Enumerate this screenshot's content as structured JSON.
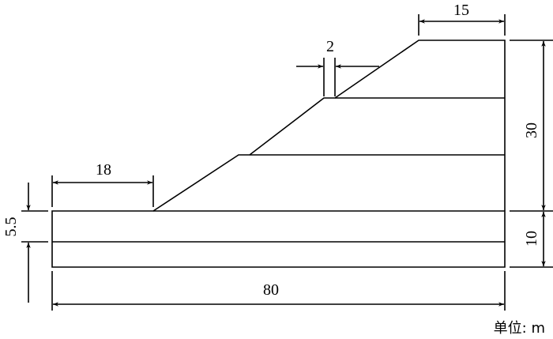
{
  "dimensions": {
    "top_width": "15",
    "bench_width": "2",
    "slope_toe_offset": "18",
    "slope_height": "30",
    "base_height": "10",
    "water_level_depth": "5.5",
    "total_width": "80"
  },
  "unit_label": "单位: m",
  "colors": {
    "line": "#000000",
    "background": "#ffffff"
  }
}
